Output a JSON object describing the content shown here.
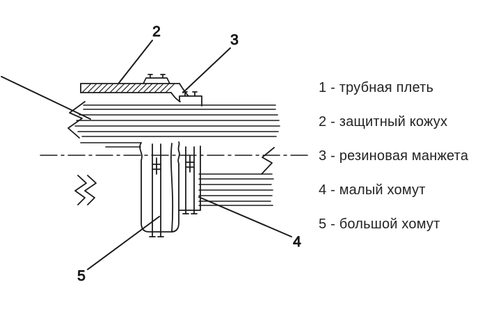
{
  "page": {
    "background": "#ffffff"
  },
  "diagram": {
    "line_color": "#1b1b1b",
    "callouts": {
      "c2": "2",
      "c3": "3",
      "c4": "4",
      "c5": "5"
    }
  },
  "legend": {
    "items": [
      {
        "label": "1 - трубная плеть"
      },
      {
        "label": "2 - защитный кожух"
      },
      {
        "label": "3 - резиновая манжета"
      },
      {
        "label": "4 - малый хомут"
      },
      {
        "label": "5 - большой хомут"
      }
    ]
  }
}
